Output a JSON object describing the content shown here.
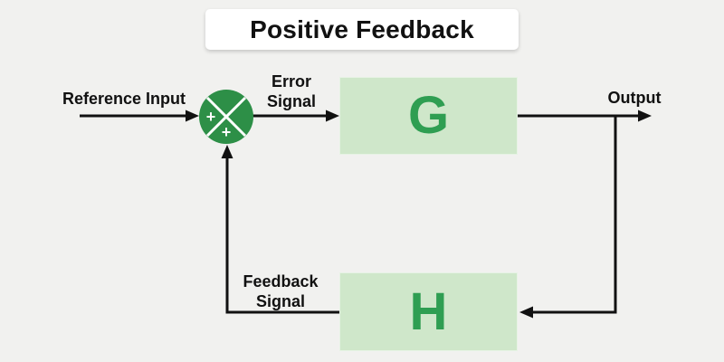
{
  "title": "Positive Feedback",
  "diagram": {
    "labels": {
      "reference_input": "Reference Input",
      "error_signal_line1": "Error",
      "error_signal_line2": "Signal",
      "output": "Output",
      "feedback_signal_line1": "Feedback",
      "feedback_signal_line2": "Signal"
    },
    "blocks": {
      "forward": "G",
      "feedback": "H"
    },
    "summing_junction": {
      "sign_left": "+",
      "sign_bottom": "+"
    }
  },
  "colors": {
    "background": "#f1f1ef",
    "line": "#111111",
    "title_bg": "#ffffff",
    "title_text": "#111111",
    "junction_fill": "#2d8f47",
    "junction_cross": "#ffffff",
    "block_fill": "#cfe7ca",
    "block_letter": "#2f9e52",
    "label_text": "#111111"
  }
}
